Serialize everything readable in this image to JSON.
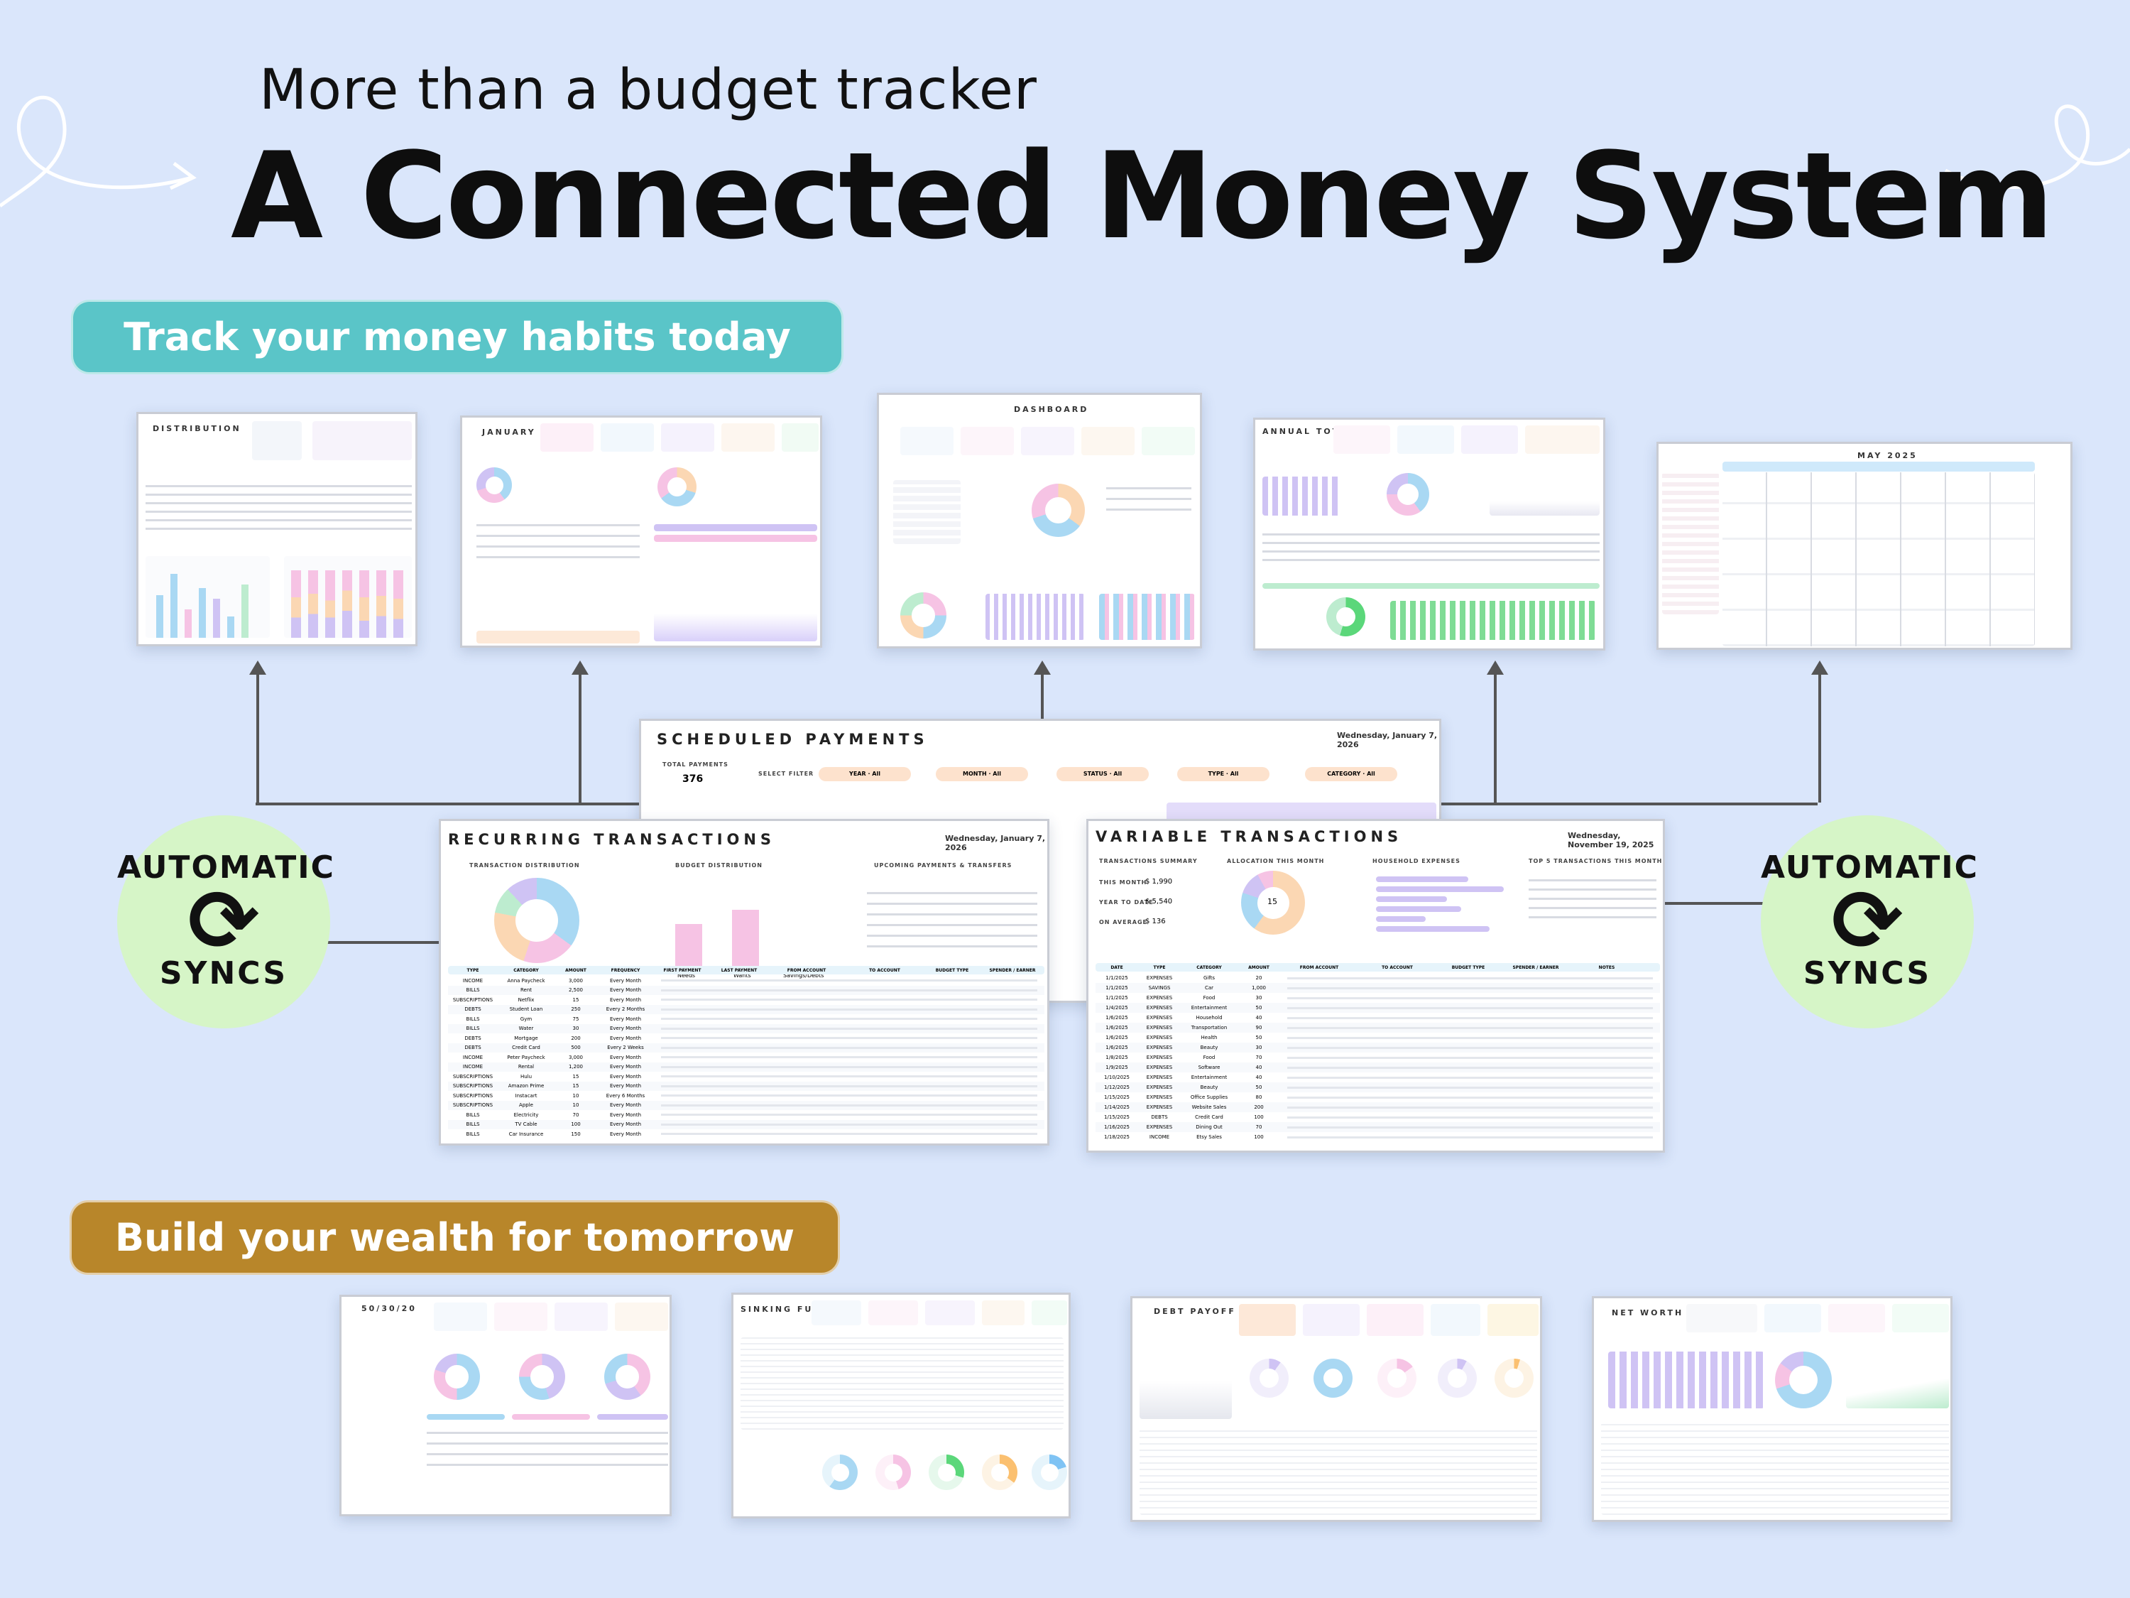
{
  "header": {
    "tagline": "More than a budget tracker",
    "headline": "A Connected Money System"
  },
  "ribbons": {
    "top": "Track your money habits today",
    "bottom": "Build your wealth for tomorrow"
  },
  "sync_badge": {
    "top_text": "AUTOMATIC",
    "bottom_text": "SYNCS",
    "icon": "sync-arrows-icon"
  },
  "top_cards": [
    {
      "title": "DISTRIBUTION"
    },
    {
      "title": "JANUARY"
    },
    {
      "title": "DASHBOARD"
    },
    {
      "title": "ANNUAL TOTALS"
    },
    {
      "title": "MAY 2025"
    }
  ],
  "scheduled": {
    "title": "SCHEDULED PAYMENTS",
    "date": "Wednesday, January 7, 2026",
    "total_label": "TOTAL PAYMENTS",
    "total_value": "376",
    "filters": [
      "YEAR",
      "MONTH",
      "STATUS",
      "TYPE",
      "CATEGORY"
    ],
    "filter_value": "All",
    "select_label": "SELECT FILTER"
  },
  "recurring": {
    "title": "RECURRING TRANSACTIONS",
    "date": "Wednesday, January 7, 2026",
    "sections": [
      "TRANSACTION DISTRIBUTION",
      "BUDGET DISTRIBUTION",
      "UPCOMING PAYMENTS & TRANSFERS"
    ],
    "columns": [
      "TYPE",
      "CATEGORY",
      "AMOUNT",
      "FREQUENCY",
      "FIRST PAYMENT",
      "LAST PAYMENT",
      "FROM ACCOUNT",
      "TO ACCOUNT",
      "BUDGET TYPE",
      "SPENDER / EARNER"
    ],
    "bar_labels": [
      "Needs",
      "Wants",
      "Savings/Debts"
    ],
    "rows": [
      [
        "INCOME",
        "Anna Paycheck",
        "3,000",
        "Every Month"
      ],
      [
        "BILLS",
        "Rent",
        "2,500",
        "Every Month"
      ],
      [
        "SUBSCRIPTIONS",
        "Netflix",
        "15",
        "Every Month"
      ],
      [
        "DEBTS",
        "Student Loan",
        "250",
        "Every 2 Months"
      ],
      [
        "BILLS",
        "Gym",
        "75",
        "Every Month"
      ],
      [
        "BILLS",
        "Water",
        "30",
        "Every Month"
      ],
      [
        "DEBTS",
        "Mortgage",
        "200",
        "Every Month"
      ],
      [
        "DEBTS",
        "Credit Card",
        "500",
        "Every 2 Weeks"
      ],
      [
        "INCOME",
        "Peter Paycheck",
        "3,000",
        "Every Month"
      ],
      [
        "INCOME",
        "Rental",
        "1,200",
        "Every Month"
      ],
      [
        "SUBSCRIPTIONS",
        "Hulu",
        "15",
        "Every Month"
      ],
      [
        "SUBSCRIPTIONS",
        "Amazon Prime",
        "15",
        "Every Month"
      ],
      [
        "SUBSCRIPTIONS",
        "Instacart",
        "10",
        "Every 6 Months"
      ],
      [
        "SUBSCRIPTIONS",
        "Apple",
        "10",
        "Every Month"
      ],
      [
        "BILLS",
        "Electricity",
        "70",
        "Every Month"
      ],
      [
        "BILLS",
        "TV Cable",
        "100",
        "Every Month"
      ],
      [
        "BILLS",
        "Car Insurance",
        "150",
        "Every Month"
      ]
    ]
  },
  "variable": {
    "title": "VARIABLE TRANSACTIONS",
    "date": "Wednesday, November 19, 2025",
    "sections": [
      "TRANSACTIONS SUMMARY",
      "ALLOCATION THIS MONTH",
      "HOUSEHOLD EXPENSES",
      "TOP 5 TRANSACTIONS THIS MONTH"
    ],
    "summary": [
      {
        "label": "THIS MONTH",
        "value": "$ 1,990"
      },
      {
        "label": "YEAR TO DATE",
        "value": "$ 5,540"
      },
      {
        "label": "ON AVERAGE",
        "value": "$ 136"
      }
    ],
    "donut_center": "15",
    "columns": [
      "DATE",
      "TYPE",
      "CATEGORY",
      "AMOUNT",
      "FROM ACCOUNT",
      "TO ACCOUNT",
      "BUDGET TYPE",
      "SPENDER / EARNER",
      "NOTES"
    ],
    "rows": [
      [
        "1/1/2025",
        "EXPENSES",
        "Gifts",
        "20"
      ],
      [
        "1/1/2025",
        "SAVINGS",
        "Car",
        "1,000"
      ],
      [
        "1/1/2025",
        "EXPENSES",
        "Food",
        "30"
      ],
      [
        "1/4/2025",
        "EXPENSES",
        "Entertainment",
        "50"
      ],
      [
        "1/6/2025",
        "EXPENSES",
        "Household",
        "40"
      ],
      [
        "1/6/2025",
        "EXPENSES",
        "Transportation",
        "90"
      ],
      [
        "1/6/2025",
        "EXPENSES",
        "Health",
        "50"
      ],
      [
        "1/6/2025",
        "EXPENSES",
        "Beauty",
        "30"
      ],
      [
        "1/8/2025",
        "EXPENSES",
        "Food",
        "70"
      ],
      [
        "1/9/2025",
        "EXPENSES",
        "Software",
        "40"
      ],
      [
        "1/10/2025",
        "EXPENSES",
        "Entertainment",
        "40"
      ],
      [
        "1/12/2025",
        "EXPENSES",
        "Beauty",
        "50"
      ],
      [
        "1/15/2025",
        "EXPENSES",
        "Office Supplies",
        "80"
      ],
      [
        "1/14/2025",
        "EXPENSES",
        "Website Sales",
        "200"
      ],
      [
        "1/15/2025",
        "DEBTS",
        "Credit Card",
        "100"
      ],
      [
        "1/16/2025",
        "EXPENSES",
        "Dining Out",
        "70"
      ],
      [
        "1/18/2025",
        "INCOME",
        "Etsy Sales",
        "100"
      ]
    ]
  },
  "bottom_cards": [
    {
      "title": "50/30/20"
    },
    {
      "title": "SINKING FUNDS"
    },
    {
      "title": "DEBT PAYOFF"
    },
    {
      "title": "NET WORTH"
    }
  ],
  "colors": {
    "background": "#dae6fb",
    "teal_ribbon": "#5ac5c8",
    "gold_ribbon": "#b8862a",
    "sync_badge": "#d6f5c7",
    "pink": "#f6c3e4",
    "blue": "#a9d8f3",
    "lavender": "#cfc3f4",
    "peach": "#fbd7b3",
    "mint": "#bdeccf"
  }
}
